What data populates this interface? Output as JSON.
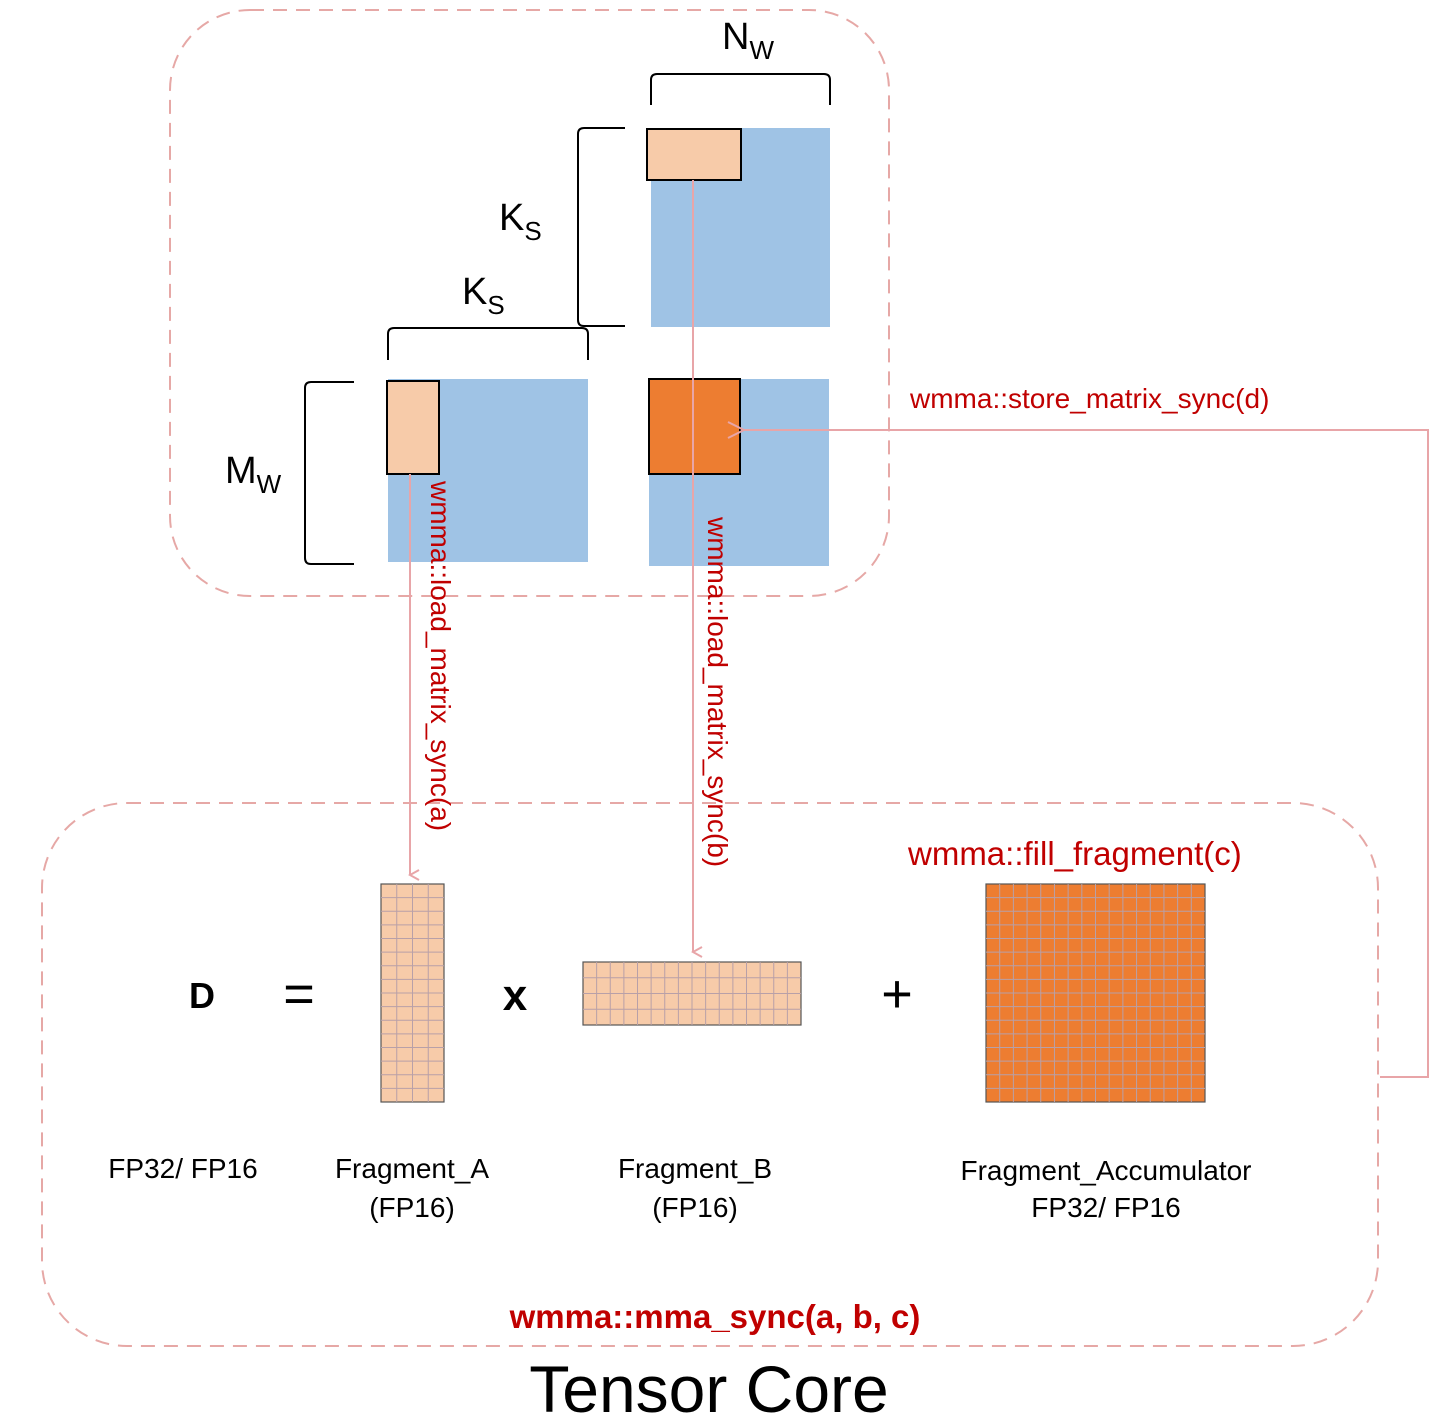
{
  "colors": {
    "dashed_border": "#e6a8a6",
    "blue_matrix": "#9fc3e5",
    "light_fragment": "#f7cba9",
    "dark_fragment": "#ed7d31",
    "red_text": "#c00000",
    "arrow": "#e8a5a8",
    "grid_line": "#b8a0a8",
    "black": "#000000"
  },
  "labels": {
    "nw": {
      "main": "N",
      "sub": "W"
    },
    "ks_vertical": {
      "main": "K",
      "sub": "S"
    },
    "ks_horizontal": {
      "main": "K",
      "sub": "S"
    },
    "mw": {
      "main": "M",
      "sub": "W"
    }
  },
  "calls": {
    "store": "wmma::store_matrix_sync(d)",
    "load_a": "wmma::load_matrix_sync(a)",
    "load_b": "wmma::load_matrix_sync(b)",
    "fill": "wmma::fill_fragment(c)",
    "mma": "wmma::mma_sync(a, b, c)"
  },
  "equation": {
    "d": "D",
    "equals": "=",
    "times": "x",
    "plus": "+"
  },
  "captions": {
    "d": "FP32/ FP16",
    "a_line1": "Fragment_A",
    "a_line2": "(FP16)",
    "b_line1": "Fragment_B",
    "b_line2": "(FP16)",
    "acc_line1": "Fragment_Accumulator",
    "acc_line2": "FP32/ FP16"
  },
  "title": "Tensor Core"
}
